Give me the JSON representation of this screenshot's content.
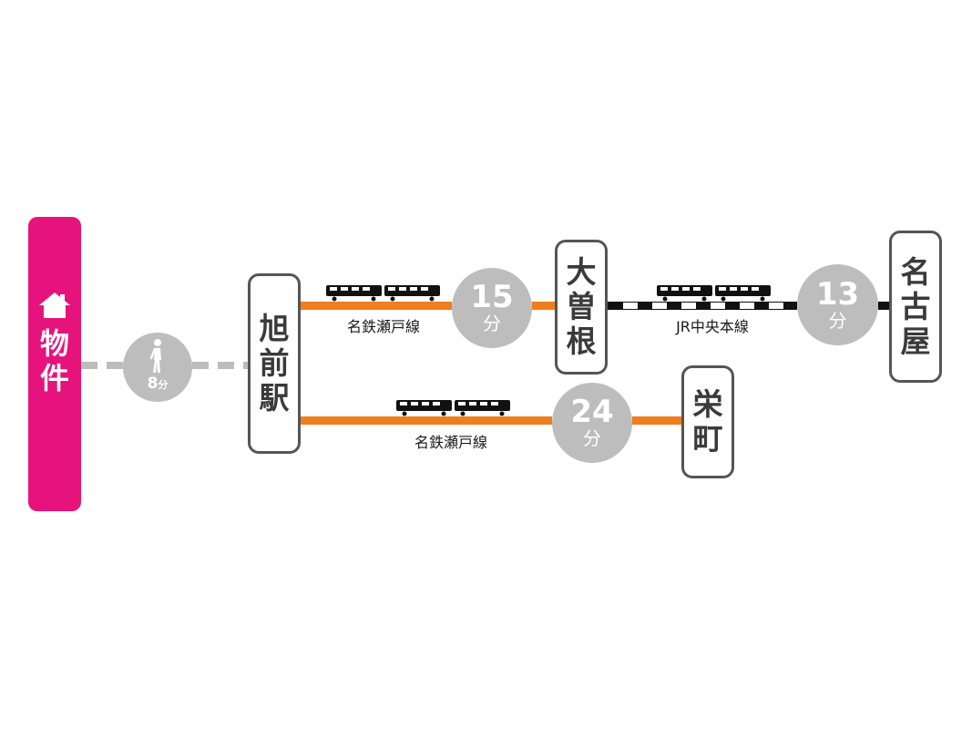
{
  "property": {
    "label": "物件",
    "icon": "house-icon"
  },
  "walk": {
    "icon": "walking-person-icon",
    "minutes": "8",
    "unit": "分"
  },
  "stations": {
    "asahimae": "旭前駅",
    "ozone": "大曽根",
    "nagoya": "名古屋",
    "sakaemachi": "栄町"
  },
  "segments": {
    "to_ozone": {
      "line": "名鉄瀬戸線",
      "minutes": "15",
      "unit": "分"
    },
    "ozone_to_nagoya": {
      "line": "JR中央本線",
      "minutes": "13",
      "unit": "分"
    },
    "to_sakaemachi": {
      "line": "名鉄瀬戸線",
      "minutes": "24",
      "unit": "分"
    }
  },
  "colors": {
    "property": "#e5137b",
    "meitetsu_line": "#f07d1e",
    "jr_line": "#111111",
    "circle": "#bdbdbd",
    "walk_dash": "#bdbdbd",
    "station_border": "#555555"
  }
}
